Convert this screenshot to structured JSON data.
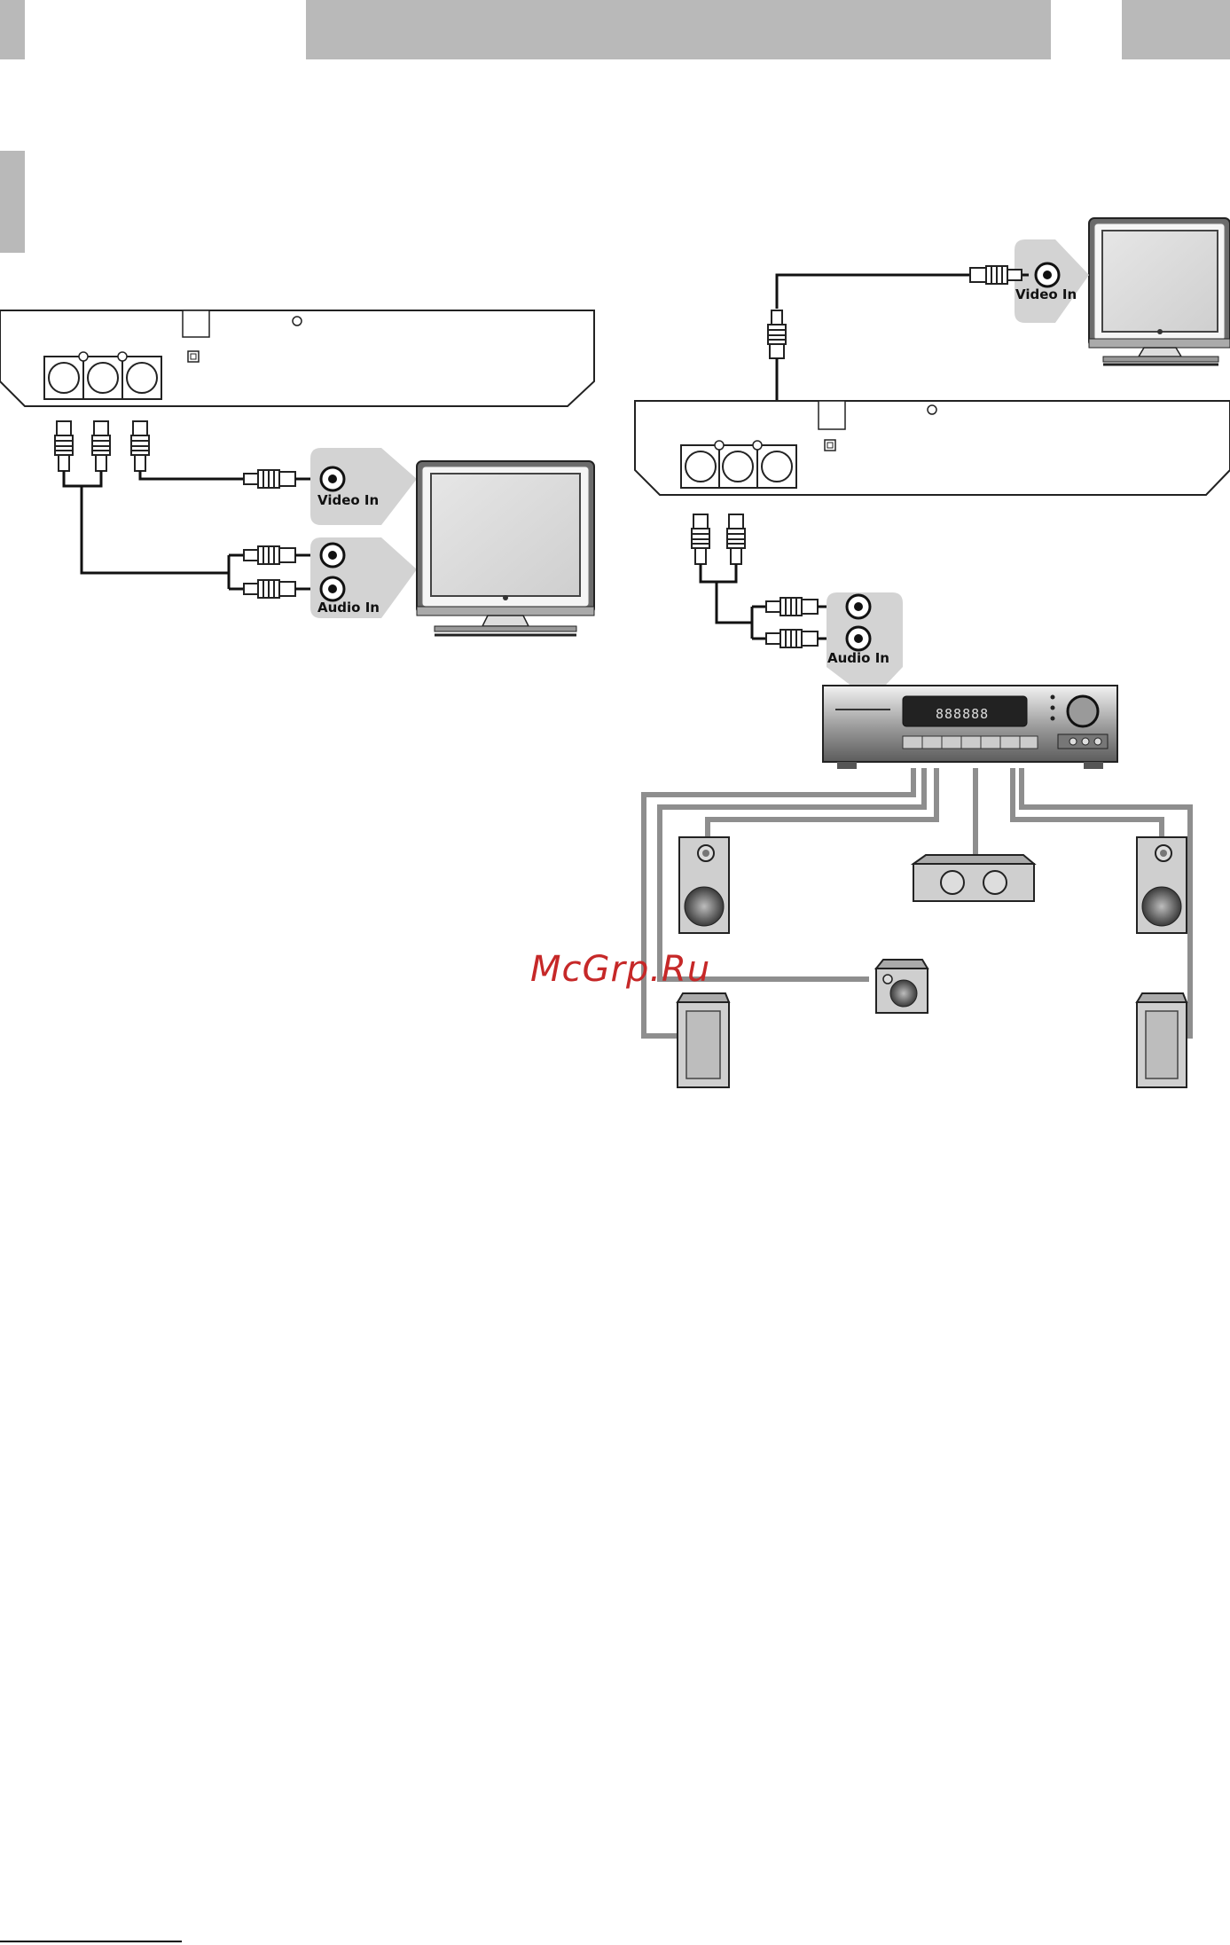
{
  "header": {
    "bar_color": "#b9b9b9"
  },
  "diagram_left": {
    "video_label": "Video In",
    "audio_label": "Audio In"
  },
  "diagram_right": {
    "video_label": "Video In",
    "audio_label": "Audio In",
    "receiver_display": "888888"
  },
  "watermark": {
    "text": "McGrp.Ru",
    "color": "#c62828"
  }
}
